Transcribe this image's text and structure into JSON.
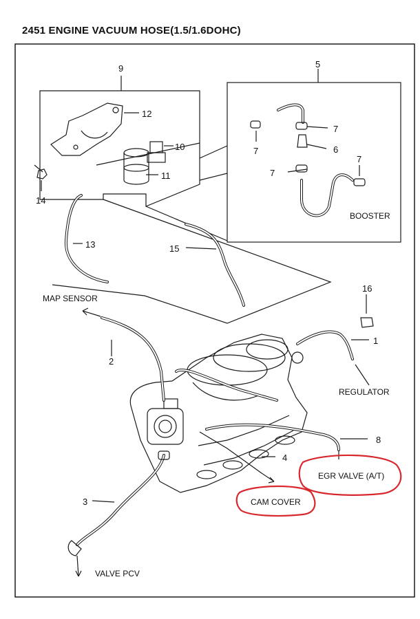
{
  "title": "2451  ENGINE VACUUM HOSE(1.5/1.6DOHC)",
  "labels": {
    "map_sensor": "MAP SENSOR",
    "regulator": "REGULATOR",
    "booster": "BOOSTER",
    "egr_valve": "EGR VALVE (A/T)",
    "cam_cover": "CAM COVER",
    "valve_pcv": "VALVE PCV"
  },
  "callouts": {
    "n1": "1",
    "n2": "2",
    "n3": "3",
    "n4": "4",
    "n5": "5",
    "n6": "6",
    "n7": "7",
    "n8": "8",
    "n9": "9",
    "n10": "10",
    "n11": "11",
    "n12": "12",
    "n13": "13",
    "n14": "14",
    "n15": "15",
    "n16": "16"
  },
  "colors": {
    "ink": "#1a1a1a",
    "highlight": "#d8272d",
    "background": "#ffffff"
  }
}
